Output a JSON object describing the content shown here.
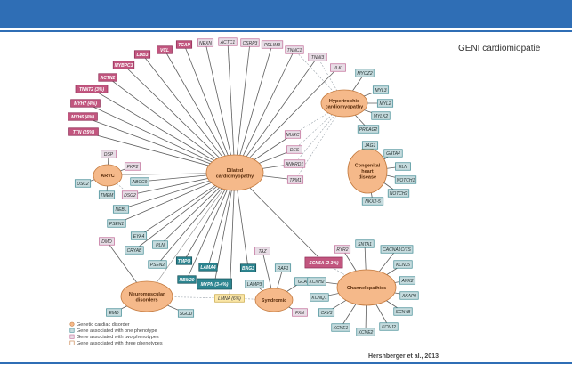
{
  "header": {
    "title": "GENI cardiomiopatie"
  },
  "citation": "Hershberger et al., 2013",
  "hubs": [
    {
      "id": "dcm",
      "label": [
        "Dilated",
        "cardiomyopathy"
      ]
    },
    {
      "id": "hcm",
      "label": [
        "Hypertrophic",
        "cardiomyopathy"
      ]
    },
    {
      "id": "chd",
      "label": [
        "Congenital",
        "heart",
        "disease"
      ]
    },
    {
      "id": "arvc",
      "label": [
        "ARVC"
      ]
    },
    {
      "id": "neuro",
      "label": [
        "Neuromuscular",
        "disorders"
      ]
    },
    {
      "id": "synd",
      "label": [
        "Syndromic"
      ]
    },
    {
      "id": "chan",
      "label": [
        "Channelopathies"
      ]
    }
  ],
  "genes": [
    {
      "id": "LDB3",
      "label": "LDB3",
      "type": "two",
      "links": [
        "dcm"
      ]
    },
    {
      "id": "VCL",
      "label": "VCL",
      "type": "two",
      "links": [
        "dcm"
      ]
    },
    {
      "id": "TCAP",
      "label": "TCAP",
      "type": "two",
      "links": [
        "dcm"
      ]
    },
    {
      "id": "NEXN",
      "label": "NEXN",
      "type": "one",
      "links": [
        "dcm"
      ]
    },
    {
      "id": "ACTC1",
      "label": "ACTC1",
      "type": "one",
      "links": [
        "dcm"
      ]
    },
    {
      "id": "CSRP3",
      "label": "CSRP3",
      "type": "one",
      "links": [
        "dcm"
      ]
    },
    {
      "id": "PDLIM3",
      "label": "PDLIM3",
      "type": "one",
      "links": [
        "dcm"
      ]
    },
    {
      "id": "TNNC1",
      "label": "TNNC1",
      "type": "one",
      "links": [
        "dcm",
        "hcm"
      ]
    },
    {
      "id": "TNNI3",
      "label": "TNNI3",
      "type": "one",
      "links": [
        "dcm",
        "hcm"
      ]
    },
    {
      "id": "ILK",
      "label": "ILK",
      "type": "one",
      "links": [
        "dcm"
      ]
    },
    {
      "id": "MYBPC3",
      "label": "MYBPC3",
      "type": "two",
      "links": [
        "dcm"
      ]
    },
    {
      "id": "ACTN2",
      "label": "ACTN2",
      "type": "two",
      "links": [
        "dcm"
      ]
    },
    {
      "id": "TNNT2",
      "label": "TNNT2 (3%)",
      "type": "two",
      "links": [
        "dcm"
      ]
    },
    {
      "id": "MYH7",
      "label": "MYH7 (4%)",
      "type": "two",
      "links": [
        "dcm"
      ]
    },
    {
      "id": "MYH6",
      "label": "MYH6 (4%)",
      "type": "two",
      "links": [
        "dcm"
      ]
    },
    {
      "id": "TTN",
      "label": "TTN (25%)",
      "type": "two",
      "links": [
        "dcm"
      ]
    },
    {
      "id": "MYOZ2",
      "label": "MYOZ2",
      "type": "one",
      "links": [
        "hcm"
      ]
    },
    {
      "id": "MYL3",
      "label": "MYL3",
      "type": "one",
      "links": [
        "hcm"
      ]
    },
    {
      "id": "MYL2",
      "label": "MYL2",
      "type": "one",
      "links": [
        "hcm"
      ]
    },
    {
      "id": "MYLK2",
      "label": "MYLK2",
      "type": "one",
      "links": [
        "hcm"
      ]
    },
    {
      "id": "PRKAG2",
      "label": "PRKAG2",
      "type": "one",
      "links": [
        "hcm"
      ]
    },
    {
      "id": "MURC",
      "label": "MURC",
      "type": "one",
      "links": [
        "dcm",
        "hcm"
      ]
    },
    {
      "id": "DES",
      "label": "DES",
      "type": "one",
      "links": [
        "dcm",
        "hcm"
      ]
    },
    {
      "id": "ANKRD1",
      "label": "ANKRD1",
      "type": "one",
      "links": [
        "dcm",
        "hcm"
      ]
    },
    {
      "id": "TPM1",
      "label": "TPM1",
      "type": "one",
      "links": [
        "dcm",
        "hcm"
      ]
    },
    {
      "id": "JAG1",
      "label": "JAG1",
      "type": "one",
      "links": [
        "chd"
      ]
    },
    {
      "id": "GATA4",
      "label": "GATA4",
      "type": "one",
      "links": [
        "chd"
      ]
    },
    {
      "id": "ELN",
      "label": "ELN",
      "type": "one",
      "links": [
        "chd"
      ]
    },
    {
      "id": "NOTCH1",
      "label": "NOTCH1",
      "type": "one",
      "links": [
        "chd"
      ]
    },
    {
      "id": "NOTCH2",
      "label": "NOTCH2",
      "type": "one",
      "links": [
        "chd"
      ]
    },
    {
      "id": "NKX25",
      "label": "NKX2-5",
      "type": "one",
      "links": [
        "chd"
      ]
    },
    {
      "id": "DSP",
      "label": "DSP",
      "type": "one",
      "links": [
        "arvc"
      ]
    },
    {
      "id": "PKP2",
      "label": "PKP2",
      "type": "one",
      "links": [
        "arvc"
      ]
    },
    {
      "id": "ABCC9",
      "label": "ABCC9",
      "type": "one",
      "links": [
        "dcm"
      ]
    },
    {
      "id": "DSC2",
      "label": "DSC2",
      "type": "one",
      "links": [
        "arvc"
      ]
    },
    {
      "id": "TMEM",
      "label": "TMEM",
      "type": "one",
      "links": [
        "arvc"
      ]
    },
    {
      "id": "DSG2",
      "label": "DSG2",
      "type": "one",
      "links": [
        "arvc",
        "dcm"
      ]
    },
    {
      "id": "NEBL",
      "label": "NEBL",
      "type": "one",
      "links": [
        "dcm"
      ]
    },
    {
      "id": "PSEN1",
      "label": "PSEN1",
      "type": "one",
      "links": [
        "dcm"
      ]
    },
    {
      "id": "EYA4",
      "label": "EYA4",
      "type": "one",
      "links": [
        "dcm"
      ]
    },
    {
      "id": "DMD",
      "label": "DMD",
      "type": "one",
      "links": [
        "neuro"
      ]
    },
    {
      "id": "CRYAB",
      "label": "CRYAB",
      "type": "one",
      "links": [
        "dcm"
      ]
    },
    {
      "id": "PLN",
      "label": "PLN",
      "type": "one",
      "links": [
        "dcm"
      ]
    },
    {
      "id": "PSEN2",
      "label": "PSEN2",
      "type": "one",
      "links": [
        "dcm"
      ]
    },
    {
      "id": "TMPO",
      "label": "TMPO",
      "type": "three",
      "links": [
        "dcm"
      ]
    },
    {
      "id": "LAMA4",
      "label": "LAMA4",
      "type": "three",
      "links": [
        "dcm"
      ]
    },
    {
      "id": "RBM20",
      "label": "RBM20",
      "type": "three",
      "links": [
        "dcm"
      ]
    },
    {
      "id": "MYPN",
      "label": "MYPN (3-4%)",
      "type": "three",
      "links": [
        "dcm"
      ]
    },
    {
      "id": "BAG3",
      "label": "BAG3",
      "type": "three",
      "links": [
        "dcm"
      ]
    },
    {
      "id": "TAZ",
      "label": "TAZ",
      "type": "one",
      "links": [
        "synd"
      ]
    },
    {
      "id": "RAF1",
      "label": "RAF1",
      "type": "one",
      "links": [
        "synd"
      ]
    },
    {
      "id": "LAMP3",
      "label": "LAMP3",
      "type": "one",
      "links": [
        "synd"
      ]
    },
    {
      "id": "GLA",
      "label": "GLA",
      "type": "one",
      "links": [
        "synd"
      ]
    },
    {
      "id": "FXN",
      "label": "FXN",
      "type": "one",
      "links": [
        "synd"
      ]
    },
    {
      "id": "SCN5A",
      "label": "SCN5A (2-3%)",
      "type": "two",
      "links": [
        "dcm",
        "chan"
      ]
    },
    {
      "id": "RYR2",
      "label": "RYR2",
      "type": "one",
      "links": [
        "chan"
      ]
    },
    {
      "id": "SNTA1",
      "label": "SNTA1",
      "type": "one",
      "links": [
        "chan"
      ]
    },
    {
      "id": "CACNA1CTS",
      "label": "CACNA1C/TS",
      "type": "one",
      "links": [
        "chan"
      ]
    },
    {
      "id": "KCNJ5",
      "label": "KCNJ5",
      "type": "one",
      "links": [
        "chan"
      ]
    },
    {
      "id": "ANK2",
      "label": "ANK2",
      "type": "one",
      "links": [
        "chan"
      ]
    },
    {
      "id": "AKAP9",
      "label": "AKAP9",
      "type": "one",
      "links": [
        "chan"
      ]
    },
    {
      "id": "SCN4B",
      "label": "SCN4B",
      "type": "one",
      "links": [
        "chan"
      ]
    },
    {
      "id": "KCNJ2",
      "label": "KCNJ2",
      "type": "one",
      "links": [
        "chan"
      ]
    },
    {
      "id": "KCNE2",
      "label": "KCNE2",
      "type": "one",
      "links": [
        "chan"
      ]
    },
    {
      "id": "KCNE1",
      "label": "KCNE1",
      "type": "one",
      "links": [
        "chan"
      ]
    },
    {
      "id": "CAV3",
      "label": "CAV3",
      "type": "one",
      "links": [
        "chan"
      ]
    },
    {
      "id": "KCNQ1",
      "label": "KCNQ1",
      "type": "one",
      "links": [
        "chan"
      ]
    },
    {
      "id": "KCNH2",
      "label": "KCNH2",
      "type": "one",
      "links": [
        "chan"
      ]
    },
    {
      "id": "EMD",
      "label": "EMD",
      "type": "one",
      "links": [
        "neuro"
      ]
    },
    {
      "id": "SGCD",
      "label": "SGCD",
      "type": "one",
      "links": [
        "neuro"
      ]
    },
    {
      "id": "LMNA",
      "label": "LMNA (6%)",
      "type": "lmna",
      "links": [
        "dcm",
        "neuro",
        "synd"
      ]
    }
  ],
  "legend": [
    {
      "label": "Genetic cardiac disorder",
      "style": "hub"
    },
    {
      "label": "Gene associated with one phenotype",
      "style": "one"
    },
    {
      "label": "Gene associated with two phenotypes",
      "style": "two"
    },
    {
      "label": "Gene associated with three phenotypes",
      "style": "three"
    }
  ],
  "colors": {
    "header_bar": "#2f6eb5",
    "hub_fill": "#f5b98a",
    "hub_stroke": "#c47a3e",
    "one_fill": "#e8dde6",
    "one_stroke": "#c06a96",
    "teal_fill": "#c6dbde",
    "teal_stroke": "#3f8a93",
    "two_fill": "#c2567f",
    "two_stroke": "#8e2c55",
    "three_fill": "#2d8590",
    "three_stroke": "#154d55",
    "lmna_fill": "#fbe7a8",
    "lmna_stroke": "#c9a53c"
  }
}
